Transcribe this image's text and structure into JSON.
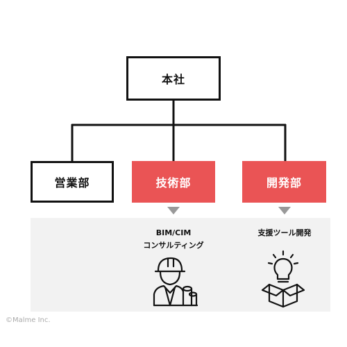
{
  "org_chart": {
    "head_office": "本社",
    "departments": [
      {
        "id": "sales",
        "label": "営業部",
        "style": "outline"
      },
      {
        "id": "engineering",
        "label": "技術部",
        "style": "filled"
      },
      {
        "id": "development",
        "label": "開発部",
        "style": "filled"
      }
    ],
    "services": [
      {
        "department": "engineering",
        "lines": [
          "BIM/CIM",
          "コンサルティング"
        ],
        "icon": "engineer-hardhat-icon"
      },
      {
        "department": "development",
        "lines": [
          "支援ツール開発"
        ],
        "icon": "lightbulb-box-icon"
      }
    ]
  },
  "colors": {
    "accent": "#ea5455",
    "line": "#111111",
    "panel": "#f2f2f2",
    "arrow": "#999999"
  },
  "footer": {
    "copyright": "©Malme Inc."
  }
}
